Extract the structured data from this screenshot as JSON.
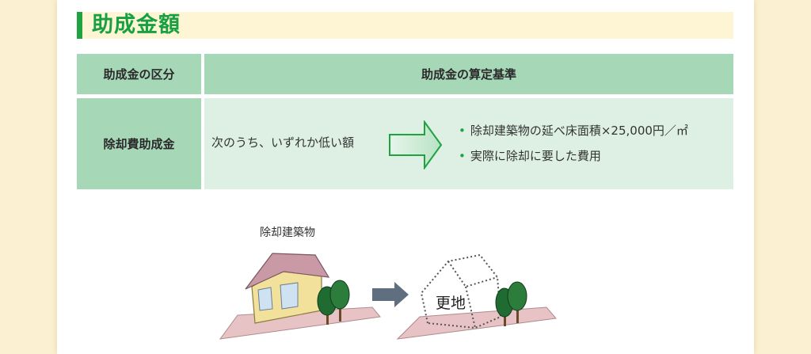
{
  "section": {
    "title": "助成金額"
  },
  "table": {
    "headers": {
      "category": "助成金の区分",
      "criteria": "助成金の算定基準"
    },
    "row": {
      "category": "除却費助成金",
      "condition": "次のうち、いずれか低い額",
      "items": [
        "除却建築物の延べ床面積×25,000円／㎡",
        "実際に除却に要した費用"
      ]
    }
  },
  "illustration": {
    "building_label": "除却建築物",
    "vacant_label": "更地"
  },
  "colors": {
    "accent_green": "#1fa341",
    "header_bg": "#a6d7b7",
    "body_bg": "#ddf0e3",
    "page_bg": "#fbf1d2"
  },
  "icons": {
    "process_arrow": "right-arrow-icon",
    "transition_arrow": "right-arrow-icon"
  }
}
